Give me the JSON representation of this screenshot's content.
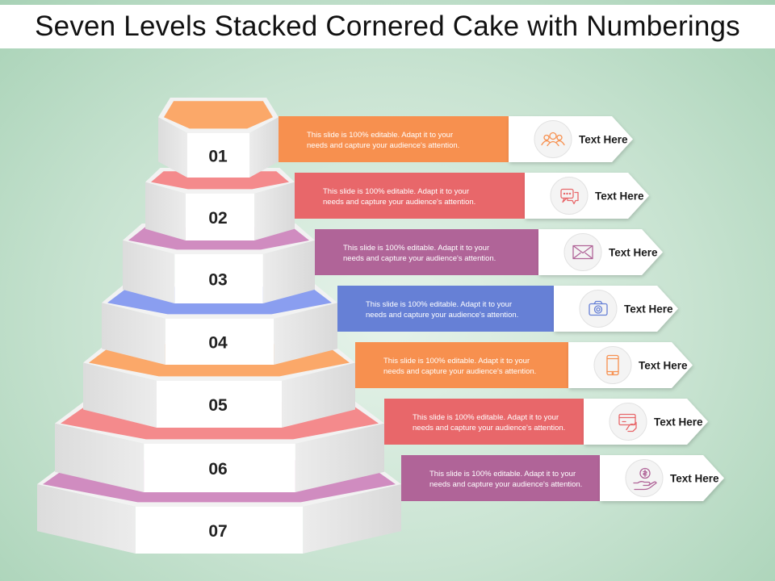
{
  "title": "Seven Levels Stacked Cornered Cake with Numberings",
  "levels": [
    {
      "number": "01",
      "description_line1": "This slide is 100% editable. Adapt it to your",
      "description_line2": "needs and capture your audience's attention.",
      "label": "Text Here",
      "color": "#f7904f",
      "top_color": "#fba869",
      "icon": "users-icon"
    },
    {
      "number": "02",
      "description_line1": "This slide is 100% editable. Adapt it to your",
      "description_line2": "needs and capture your audience's attention.",
      "label": "Text Here",
      "color": "#e8676a",
      "top_color": "#f48a8c",
      "icon": "chat-icon"
    },
    {
      "number": "03",
      "description_line1": "This slide is 100% editable. Adapt it to your",
      "description_line2": "needs and capture your audience's attention.",
      "label": "Text Here",
      "color": "#b06498",
      "top_color": "#d08cc0",
      "icon": "envelope-icon"
    },
    {
      "number": "04",
      "description_line1": "This slide is 100% editable. Adapt it to your",
      "description_line2": "needs and capture your audience's attention.",
      "label": "Text Here",
      "color": "#6680d6",
      "top_color": "#8a9ef0",
      "icon": "camera-icon"
    },
    {
      "number": "05",
      "description_line1": "This slide is 100% editable. Adapt it to your",
      "description_line2": "needs and capture your audience's attention.",
      "label": "Text Here",
      "color": "#f7904f",
      "top_color": "#fba869",
      "icon": "mobile-phone-icon"
    },
    {
      "number": "06",
      "description_line1": "This slide is 100% editable. Adapt it to your",
      "description_line2": "needs and capture your audience's attention.",
      "label": "Text Here",
      "color": "#e8676a",
      "top_color": "#f48a8c",
      "icon": "credit-card-hand-icon"
    },
    {
      "number": "07",
      "description_line1": "This slide is 100% editable. Adapt it to your",
      "description_line2": "needs and capture your audience's attention.",
      "label": "Text Here",
      "color": "#b06498",
      "top_color": "#d08cc0",
      "icon": "money-hand-icon"
    }
  ]
}
